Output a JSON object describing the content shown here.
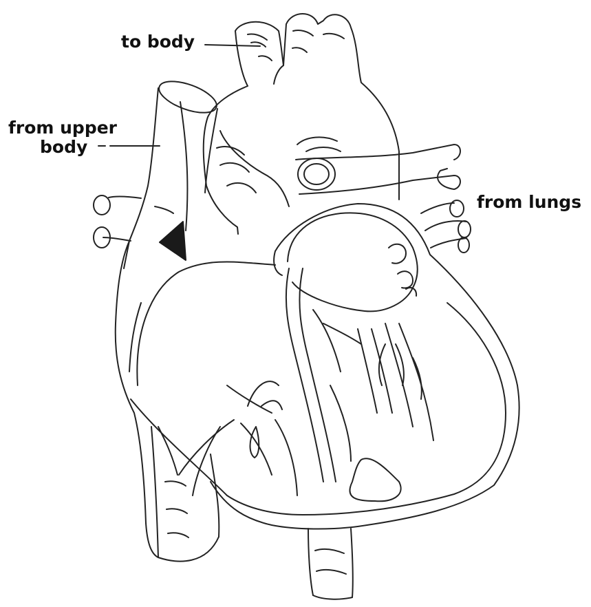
{
  "labels": {
    "to_body": "to body",
    "from_upper_body_line1": "from upper",
    "from_upper_body_line2": "body",
    "from_lungs": "from lungs"
  },
  "colors": {
    "line": "#222222",
    "text": "#111111",
    "arrowhead": "#1a1a1a",
    "background": "#ffffff"
  }
}
